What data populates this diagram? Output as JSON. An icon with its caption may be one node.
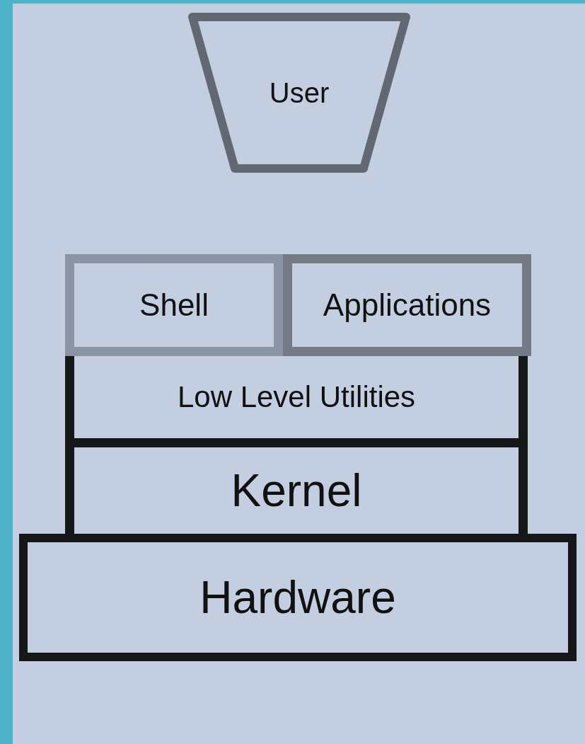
{
  "diagram": {
    "nodes": [
      {
        "text": [
          "User"
        ]
      },
      {
        "text": [
          "Shell"
        ]
      },
      {
        "text": [
          "Applications"
        ]
      },
      {
        "text": [
          "Low Level Utilities"
        ]
      },
      {
        "text": [
          "Kernel"
        ]
      },
      {
        "text": [
          "Hardware"
        ]
      }
    ]
  }
}
